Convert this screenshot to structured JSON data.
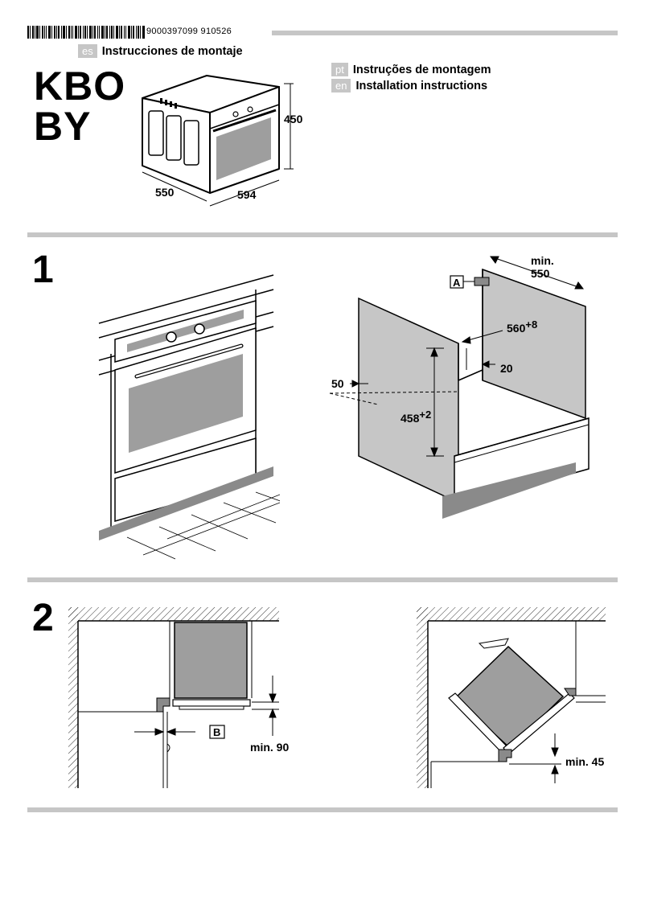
{
  "header": {
    "barcode_number": "9000397099 910526",
    "languages": [
      {
        "code": "es",
        "title": "Instrucciones de montaje"
      },
      {
        "code": "pt",
        "title": "Instruções de montagem"
      },
      {
        "code": "en",
        "title": "Installation instructions"
      }
    ],
    "model_line1": "KBO",
    "model_line2": "BY"
  },
  "overview_dims": {
    "depth": "550",
    "width": "594",
    "height": "450"
  },
  "step1": {
    "number": "1",
    "cabinet_dims": {
      "min_label": "min.",
      "min_depth": "550",
      "inner_width": "560",
      "inner_width_tol": "+8",
      "side_gap": "20",
      "front_offset": "50",
      "height": "458",
      "height_tol": "+2",
      "marker_a": "A"
    }
  },
  "step2": {
    "number": "2",
    "left": {
      "marker_b": "B",
      "clearance": "min. 90"
    },
    "right": {
      "clearance": "min. 45"
    }
  },
  "colors": {
    "panel_gray": "#c6c6c6",
    "glass_gray": "#9e9e9e",
    "line": "#000000"
  }
}
